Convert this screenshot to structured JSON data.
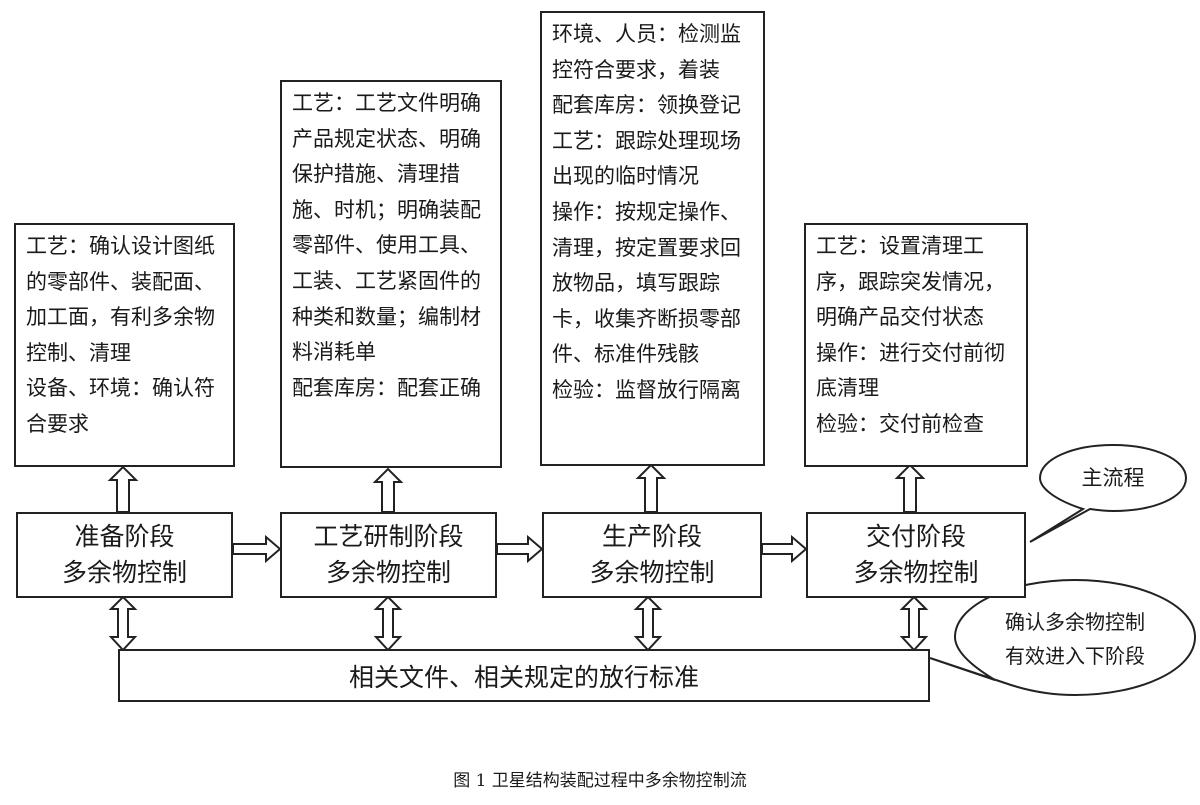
{
  "detail_boxes": [
    {
      "lines": [
        "工艺：确认设计图纸",
        "的零部件、装配面、",
        "加工面，有利多余物",
        "控制、清理",
        "设备、环境：确认符",
        "合要求"
      ]
    },
    {
      "lines": [
        "工艺：工艺文件明确",
        "产品规定状态、明确",
        "保护措施、清理措",
        "施、时机；明确装配",
        "零部件、使用工具、",
        "工装、工艺紧固件的",
        "种类和数量；编制材",
        "料消耗单",
        "配套库房：配套正确"
      ]
    },
    {
      "lines": [
        "环境、人员：检测监",
        "控符合要求，着装",
        "配套库房：领换登记",
        "工艺：跟踪处理现场",
        "出现的临时情况",
        "操作：按规定操作、",
        "清理，按定置要求回",
        "放物品，填写跟踪",
        "卡，收集齐断损零部",
        "件、标准件残骸",
        "检验：监督放行隔离"
      ]
    },
    {
      "lines": [
        "工艺：设置清理工",
        "序，跟踪突发情况，",
        "明确产品交付状态",
        "操作：进行交付前彻",
        "底清理",
        "检验：交付前检查"
      ]
    }
  ],
  "stages": [
    {
      "line1": "准备阶段",
      "line2": "多余物控制"
    },
    {
      "line1": "工艺研制阶段",
      "line2": "多余物控制"
    },
    {
      "line1": "生产阶段",
      "line2": "多余物控制"
    },
    {
      "line1": "交付阶段",
      "line2": "多余物控制"
    }
  ],
  "bottom_bar": "相关文件、相关规定的放行标准",
  "callout_main": "主流程",
  "callout_confirm": {
    "line1": "确认多余物控制",
    "line2": "有效进入下阶段"
  },
  "caption": "图 1 卫星结构装配过程中多余物控制流"
}
